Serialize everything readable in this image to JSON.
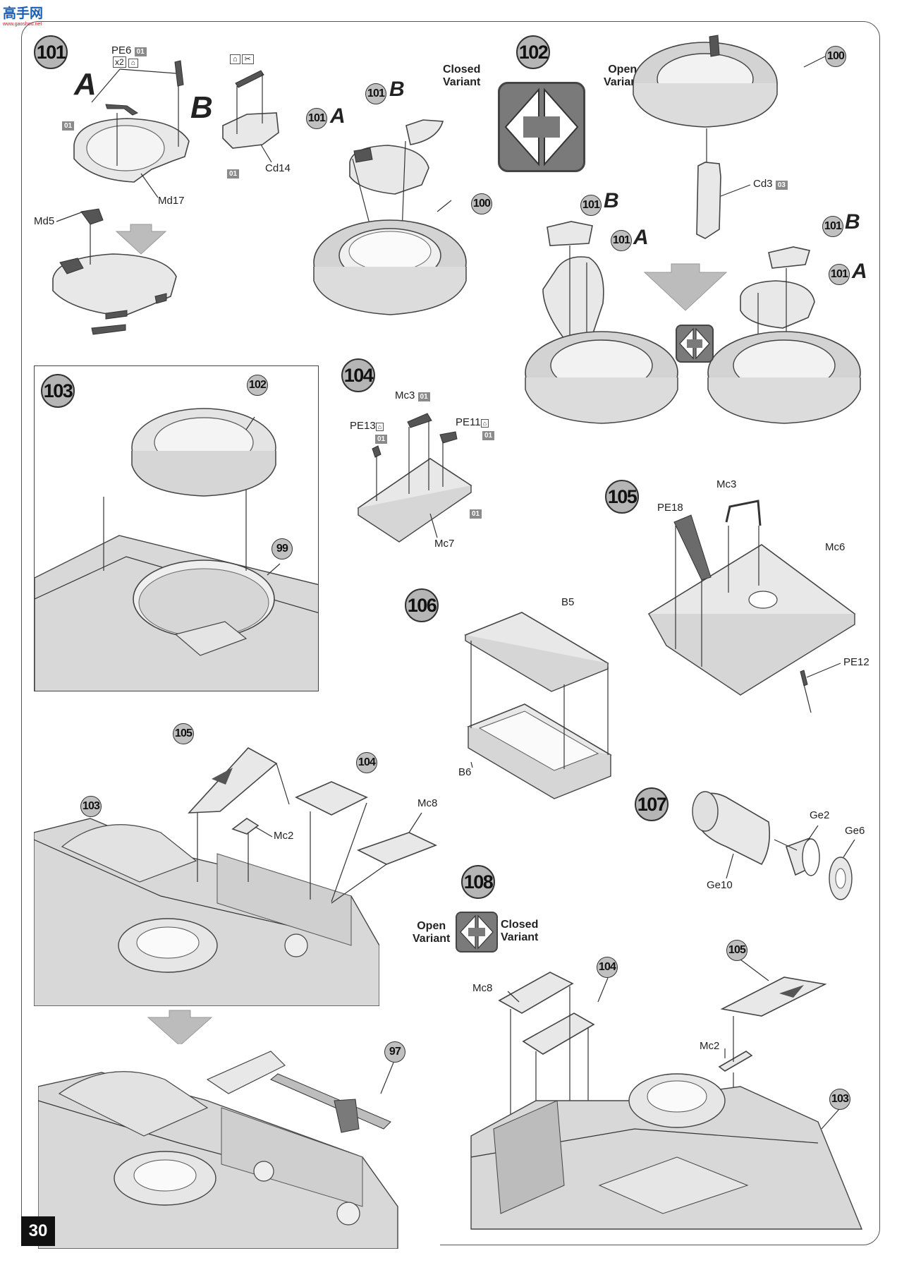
{
  "watermark": "高手网",
  "page_number": "30",
  "steps": {
    "s101": "101",
    "s102": "102",
    "s103": "103",
    "s104": "104",
    "s105": "105",
    "s106": "106",
    "s107": "107",
    "s108": "108"
  },
  "refs": {
    "r100": "100",
    "r101": "101",
    "r102": "102",
    "r99": "99",
    "r103": "103",
    "r104": "104",
    "r105": "105",
    "r97": "97"
  },
  "letters": {
    "a": "A",
    "b": "B"
  },
  "variants": {
    "closed_variant": "Closed\nVariant",
    "open_variant": "Open\nVariant",
    "closed": "Closed",
    "open": "Open",
    "variant_word": "Variant"
  },
  "part_labels": {
    "pe6": "PE6",
    "x2": "x2",
    "md17": "Md17",
    "md5": "Md5",
    "cd14": "Cd14",
    "cd3": "Cd3",
    "mc3": "Mc3",
    "pe13": "PE13",
    "pe11": "PE11",
    "mc7": "Mc7",
    "pe18": "PE18",
    "mc6": "Mc6",
    "pe12": "PE12",
    "b5": "B5",
    "b6": "B6",
    "mc2": "Mc2",
    "mc8": "Mc8",
    "ge2": "Ge2",
    "ge6": "Ge6",
    "ge10": "Ge10"
  },
  "sprue_tags": {
    "t01": "01",
    "t03": "03"
  }
}
